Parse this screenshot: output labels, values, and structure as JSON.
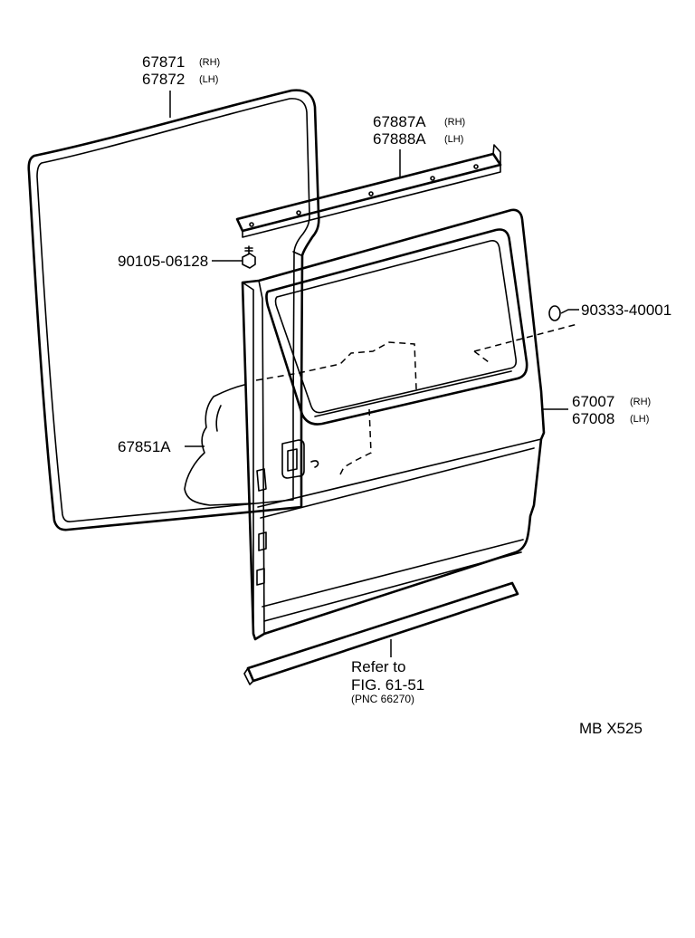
{
  "parts": {
    "weatherstrip": {
      "rh": "67871",
      "rh_side": "(RH)",
      "lh": "67872",
      "lh_side": "(LH)"
    },
    "rail": {
      "rh": "67887A",
      "rh_side": "(RH)",
      "lh": "67888A",
      "lh_side": "(LH)"
    },
    "bolt": {
      "number": "90105-06128"
    },
    "plug": {
      "number": "90333-40001"
    },
    "door_panel": {
      "rh": "67007",
      "rh_side": "(RH)",
      "lh": "67008",
      "lh_side": "(LH)"
    },
    "service_hole_cover": {
      "number": "67851A"
    }
  },
  "reference": {
    "line1": "Refer to",
    "line2": "FIG. 61-51",
    "pnc": "(PNC 66270)"
  },
  "diagram_code": "MB X525"
}
